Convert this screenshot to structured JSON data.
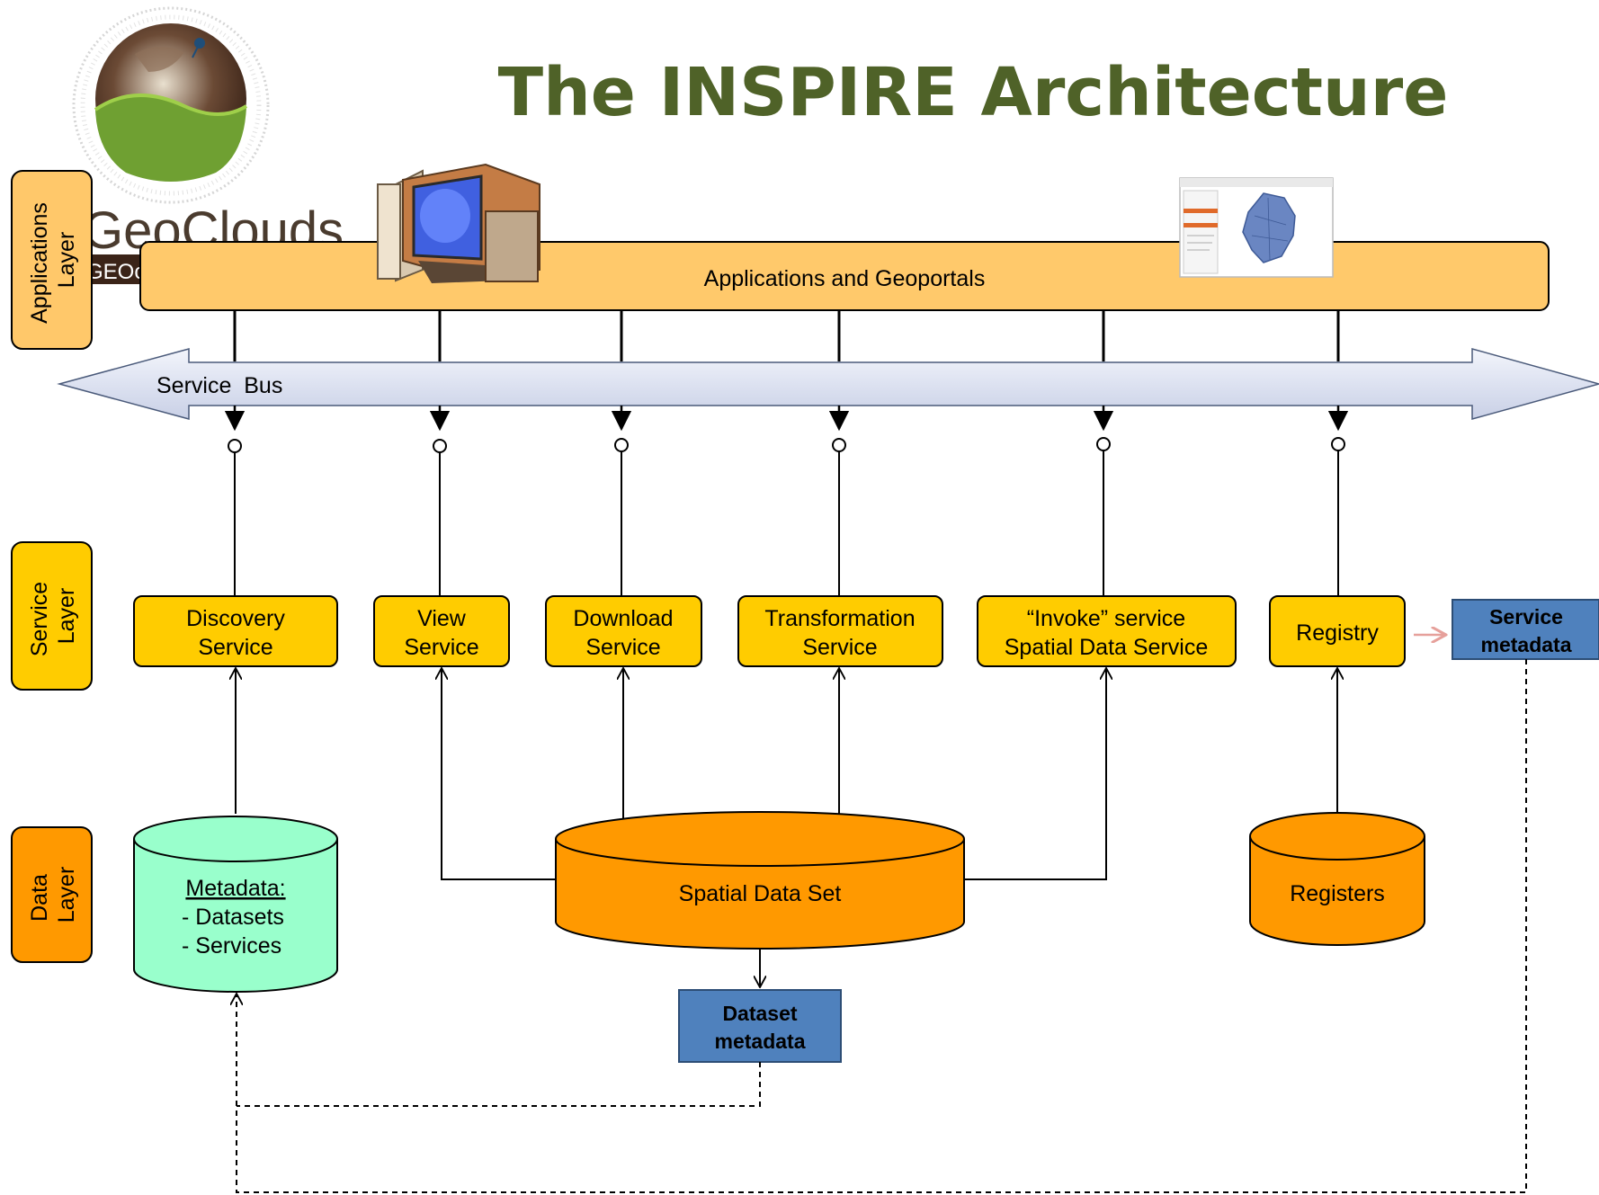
{
  "title": "The INSPIRE Architecture",
  "logo": {
    "icon": "globe-logo-icon",
    "text": "GeoClouds",
    "subtext": "GEOc"
  },
  "colors": {
    "title": "#4f6228",
    "service_box": "#ffcc00",
    "app_bar": "#ffc96b",
    "layer_applications": "#ffc86a",
    "layer_service": "#ffcc00",
    "layer_data": "#ff9900",
    "data_cylinder": "#ff9900",
    "metadata_cylinder": "#99ffcc",
    "metadata_box": "#4f81bd",
    "bus": "#dfe4f2",
    "registry_arrow": "#e6a09b"
  },
  "layers": {
    "applications": [
      "Applications",
      "Layer"
    ],
    "service": [
      "Service",
      "Layer"
    ],
    "data": [
      "Data",
      "Layer"
    ]
  },
  "applications_bar": {
    "label": "Applications and Geoportals",
    "icons": [
      "desktop-computer-icon",
      "geoportal-map-screenshot-icon"
    ]
  },
  "service_bus": {
    "label": "Service  Bus"
  },
  "services": [
    {
      "id": "discovery",
      "line1": "Discovery",
      "line2": "Service"
    },
    {
      "id": "view",
      "line1": "View",
      "line2": "Service"
    },
    {
      "id": "download",
      "line1": "Download",
      "line2": "Service"
    },
    {
      "id": "transformation",
      "line1": "Transformation",
      "line2": "Service"
    },
    {
      "id": "invoke",
      "line1": "“Invoke” service",
      "line2": "Spatial Data Service"
    },
    {
      "id": "registry",
      "line1": "Registry",
      "line2": ""
    }
  ],
  "service_metadata": {
    "line1": "Service",
    "line2": "metadata"
  },
  "data_stores": {
    "metadata": {
      "heading": "Metadata:",
      "items": [
        "- Datasets",
        "- Services"
      ]
    },
    "spatial": {
      "label": "Spatial Data Set"
    },
    "registers": {
      "label": "Registers"
    }
  },
  "dataset_metadata": {
    "line1": "Dataset",
    "line2": "metadata"
  }
}
